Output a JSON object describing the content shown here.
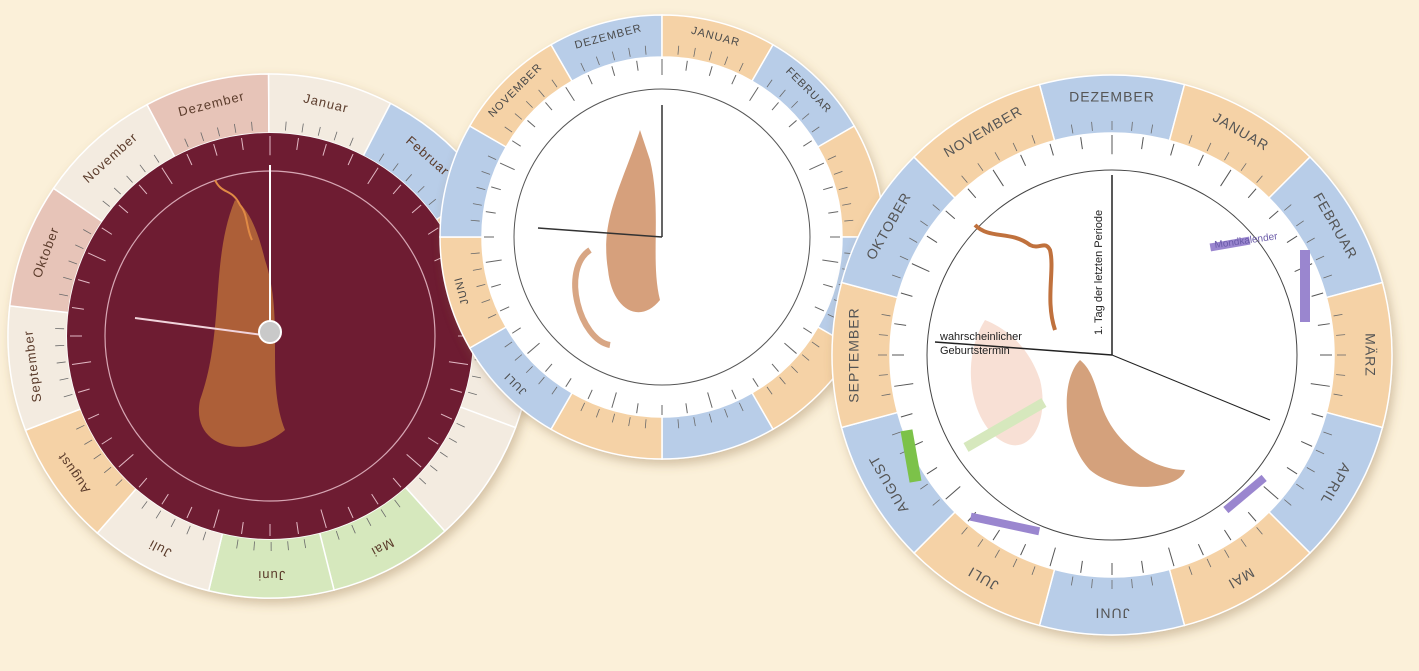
{
  "colors": {
    "background": "#fbf0d9",
    "month_blue": "#b8cde8",
    "month_orange": "#f5d2a6",
    "month_pink": "#e7c4b8",
    "month_cream": "#f3ebe0",
    "month_green": "#d6e8bd",
    "maroon_disc": "#6e1f33",
    "white_disc": "#ffffff",
    "silhouette": "#b86a3a",
    "violet_marks": "#9a86cf",
    "green_mark": "#7cc24a"
  },
  "wheel_left": {
    "months": [
      "Dezember",
      "Januar",
      "Februar",
      "",
      "",
      "",
      "Mai",
      "Juni",
      "Juli",
      "August",
      "September",
      "Oktober",
      "November"
    ]
  },
  "wheel_middle": {
    "months": [
      "DEZEMBER",
      "JANUAR",
      "FEBRUAR",
      "",
      "",
      "",
      "",
      "",
      "JULI",
      "JUNI",
      "",
      "NOVEMBER"
    ]
  },
  "wheel_right": {
    "months": [
      "DEZEMBER",
      "JANUAR",
      "FEBRUAR",
      "MÄRZ",
      "APRIL",
      "MAI",
      "JUNI",
      "JULI",
      "AUGUST",
      "SEPTEMBER",
      "OKTOBER",
      "NOVEMBER"
    ],
    "labels": {
      "due_date_1": "wahrscheinlicher",
      "due_date_2": "Geburtstermin",
      "last_period": "1. Tag der letzten Periode",
      "lunar_calendar": "Mondkalender"
    }
  }
}
